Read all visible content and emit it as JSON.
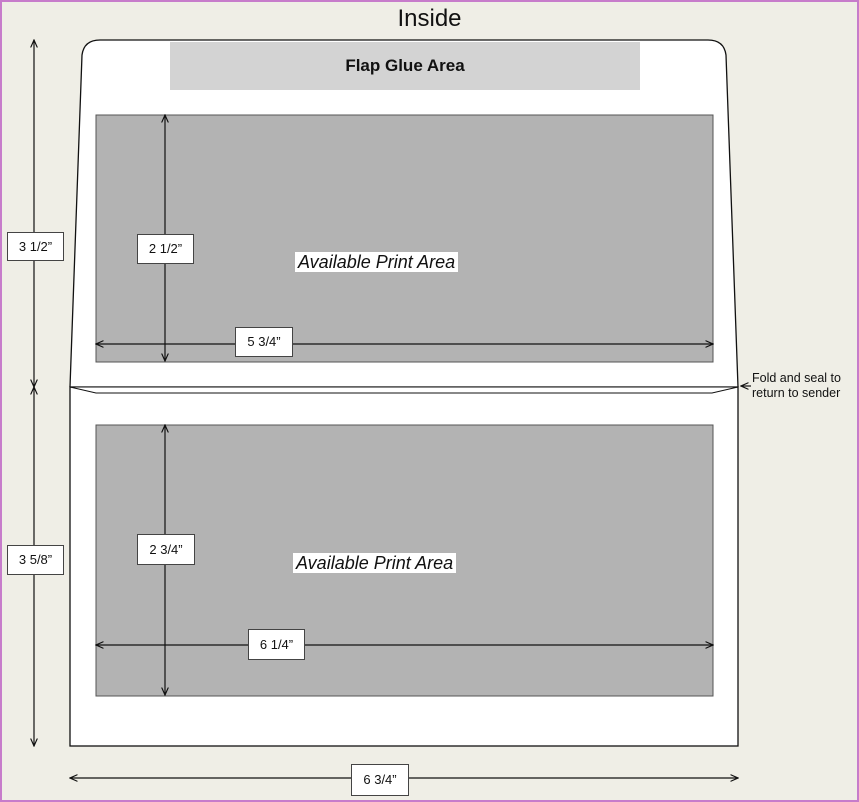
{
  "title": "Inside",
  "flap_glue_label": "Flap Glue Area",
  "print_areas": [
    {
      "label": "Available Print Area",
      "height": "2 1/2”",
      "width": "5 3/4”"
    },
    {
      "label": "Available Print Area",
      "height": "2 3/4”",
      "width": "6 1/4”"
    }
  ],
  "dimensions": {
    "flap_height": "3 1/2”",
    "body_height": "3 5/8”",
    "overall_width": "6 3/4”"
  },
  "fold_note": "Fold and seal to\nreturn to sender",
  "colors": {
    "print_area": "#b3b3b3",
    "glue_area": "#d3d3d3",
    "frame_border": "#c77ccb",
    "background": "#efeee6"
  }
}
